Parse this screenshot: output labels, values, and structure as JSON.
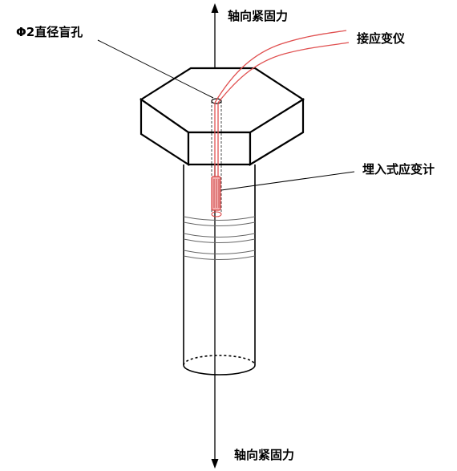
{
  "labels": {
    "axial_top": "轴向紧固力",
    "axial_bottom": "轴向紧固力",
    "blind_hole": "Φ2直径盲孔",
    "strain_meter": "接应变仪",
    "embedded_gauge": "埋入式应变计"
  },
  "colors": {
    "line": "#000000",
    "wire": "#e05050",
    "gauge": "#d84040"
  }
}
